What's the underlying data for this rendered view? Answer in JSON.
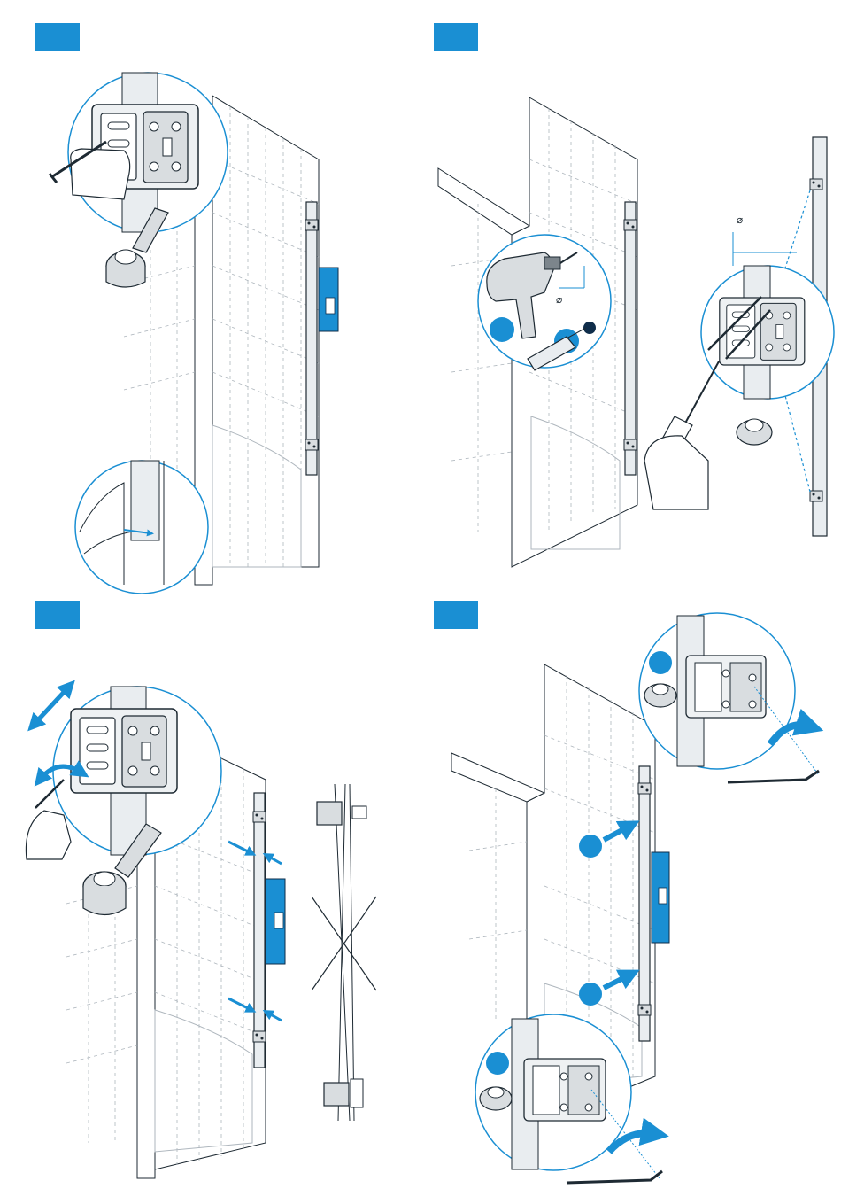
{
  "colors": {
    "accent": "#1a8fd3",
    "line": "#1e2a33",
    "tile_line": "#aeb6bd",
    "fixture_fill": "#d9dde0",
    "fixture_dark": "#7c858c",
    "glass": "#e9edf0",
    "dot_dark": "#0f2d4a"
  },
  "steps": [
    {
      "id": "step-1",
      "label": ""
    },
    {
      "id": "step-2",
      "label": ""
    },
    {
      "id": "step-3",
      "label": ""
    },
    {
      "id": "step-4",
      "label": ""
    }
  ],
  "symbols": {
    "diameter_a": "⌀",
    "diameter_b": "⌀"
  },
  "icons": [
    "hinge-detail-icon",
    "drill-icon",
    "wall-plug-icon",
    "screwdriver-icon",
    "hand-icon",
    "allen-key-icon",
    "adjust-arrow-icon",
    "press-arrow-icon",
    "wrong-cross-icon"
  ]
}
